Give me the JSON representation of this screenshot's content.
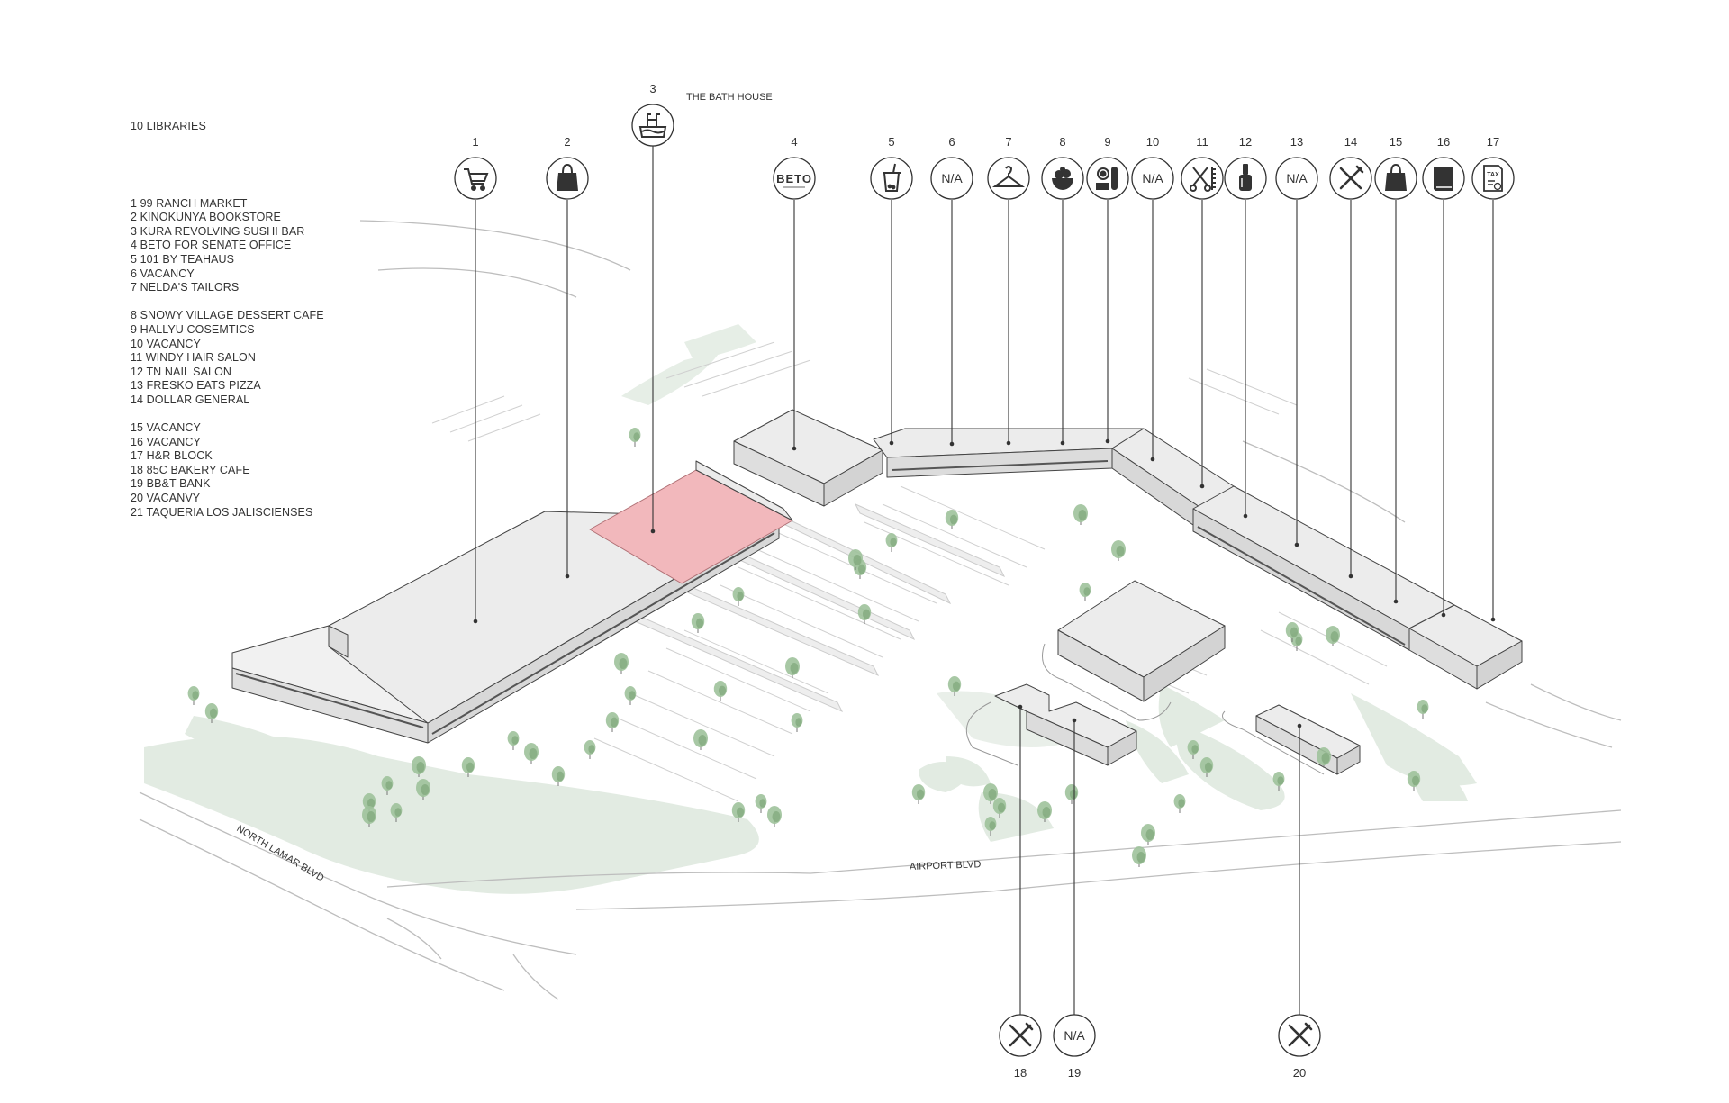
{
  "legend": {
    "heading": "10  LIBRARIES",
    "groups": [
      [
        "1  99 RANCH MARKET",
        "2  KINOKUNYA BOOKSTORE",
        "3  KURA REVOLVING SUSHI BAR",
        "4  BETO FOR SENATE OFFICE",
        "5  101 BY TEAHAUS",
        "6  VACANCY",
        "7  NELDA'S TAILORS"
      ],
      [
        "8  SNOWY VILLAGE DESSERT CAFE",
        "9  HALLYU COSEMTICS",
        "10  VACANCY",
        "11  WINDY HAIR SALON",
        "12  TN NAIL SALON",
        "13  FRESKO EATS PIZZA",
        "14  DOLLAR GENERAL"
      ],
      [
        "15  VACANCY",
        "16  VACANCY",
        "17  H&R BLOCK",
        "18  85C BAKERY CAFE",
        "19  BB&T BANK",
        "20  VACANVY",
        "21  TAQUERIA LOS JALISCIENSES"
      ]
    ]
  },
  "feature": {
    "number": "3",
    "label": "THE BATH HOUSE",
    "icon": "pool-icon",
    "highlight_color": "#f2b8bc"
  },
  "markers": [
    {
      "number": "1",
      "icon": "cart-icon"
    },
    {
      "number": "2",
      "icon": "shopping-bag-icon"
    },
    {
      "number": "4",
      "icon": "beto-logo-icon",
      "text": "BETO"
    },
    {
      "number": "5",
      "icon": "bubble-tea-icon"
    },
    {
      "number": "6",
      "icon": "vacancy-icon",
      "text": "N/A"
    },
    {
      "number": "7",
      "icon": "hanger-icon"
    },
    {
      "number": "8",
      "icon": "dessert-icon"
    },
    {
      "number": "9",
      "icon": "cosmetics-icon"
    },
    {
      "number": "10",
      "icon": "vacancy-icon",
      "text": "N/A"
    },
    {
      "number": "11",
      "icon": "scissors-comb-icon"
    },
    {
      "number": "12",
      "icon": "nail-polish-icon"
    },
    {
      "number": "13",
      "icon": "vacancy-icon",
      "text": "N/A"
    },
    {
      "number": "14",
      "icon": "fork-knife-icon"
    },
    {
      "number": "15",
      "icon": "shopping-bag-icon"
    },
    {
      "number": "16",
      "icon": "book-icon"
    },
    {
      "number": "17",
      "icon": "tax-document-icon",
      "text": "TAX"
    },
    {
      "number": "18",
      "icon": "fork-knife-icon"
    },
    {
      "number": "19",
      "icon": "vacancy-icon",
      "text": "N/A"
    },
    {
      "number": "20",
      "icon": "fork-knife-icon"
    }
  ],
  "roads": {
    "left": "NORTH LAMAR BLVD",
    "bottom": "AIRPORT BLVD"
  },
  "colors": {
    "landscape": "#e2ebe2",
    "tree": "#9fc29b",
    "building": "#ececec",
    "line": "#333333"
  }
}
